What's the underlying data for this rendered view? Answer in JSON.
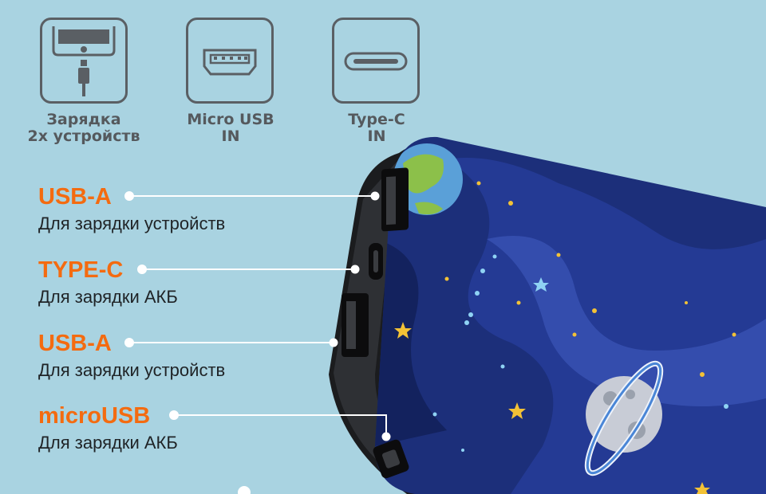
{
  "icons": [
    {
      "name": "dual-device-charging-icon",
      "caption_line1": "Зарядка",
      "caption_line2": "2х устройств"
    },
    {
      "name": "micro-usb-port-icon",
      "caption_line1": "Micro USB",
      "caption_line2": "IN"
    },
    {
      "name": "type-c-port-icon",
      "caption_line1": "Type-C",
      "caption_line2": "IN"
    }
  ],
  "ports": [
    {
      "title": "USB-A",
      "desc": "Для зарядки устройств"
    },
    {
      "title": "TYPE-C",
      "desc": "Для зарядки АКБ"
    },
    {
      "title": "USB-A",
      "desc": "Для зарядки устройств"
    },
    {
      "title": "microUSB",
      "desc": "Для зарядки АКБ"
    }
  ],
  "colors": {
    "background": "#a9d3e1",
    "accent": "#f46b10",
    "icon_stroke": "#5a5f64",
    "case": "#1b1c1e",
    "print_dark": "#13225e",
    "print_mid": "#243a94",
    "print_light": "#3c56b8"
  }
}
